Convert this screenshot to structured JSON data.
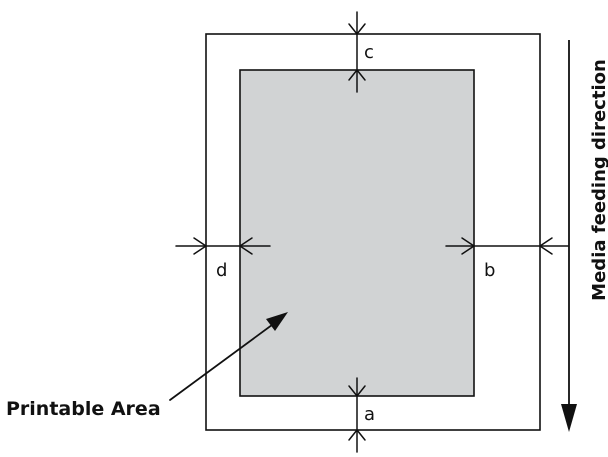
{
  "diagram": {
    "margin_labels": {
      "top": "c",
      "bottom": "a",
      "left": "d",
      "right": "b"
    },
    "printable_area_label": "Printable Area",
    "feed_direction_label": "Media feeding direction"
  },
  "colors": {
    "printable_fill": "#d1d3d4",
    "stroke": "#111111",
    "sheet_fill": "#ffffff"
  }
}
